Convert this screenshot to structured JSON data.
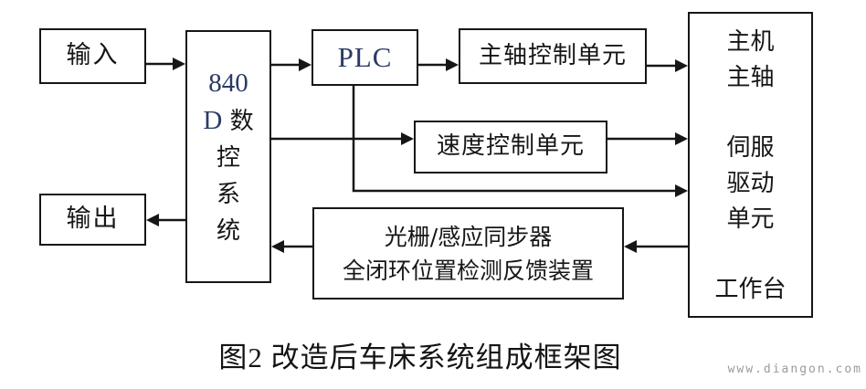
{
  "nodes": {
    "input": {
      "label": "输入"
    },
    "output": {
      "label": "输出"
    },
    "cnc": {
      "num": "840",
      "letter": "D",
      "chars": [
        "数",
        "控",
        "系",
        "统"
      ]
    },
    "plc": {
      "label": "PLC"
    },
    "spindle_ctrl": {
      "label": "主轴控制单元"
    },
    "speed_ctrl": {
      "label": "速度控制单元"
    },
    "feedback": {
      "line1": "光栅/感应同步器",
      "line2": "全闭环位置检测反馈装置"
    },
    "machine": {
      "top_lines": [
        "主机",
        "主轴"
      ],
      "mid_lines": [
        "伺服",
        "驱动",
        "单元"
      ],
      "bottom_lines": [
        "工作台"
      ]
    }
  },
  "caption": "图2 改造后车床系统组成框架图",
  "watermark": "www.diangon.com",
  "colors": {
    "background": "#ffffff",
    "line": "#161616",
    "accent_text": "#2b3b66",
    "watermark": "#9b9b9b"
  }
}
